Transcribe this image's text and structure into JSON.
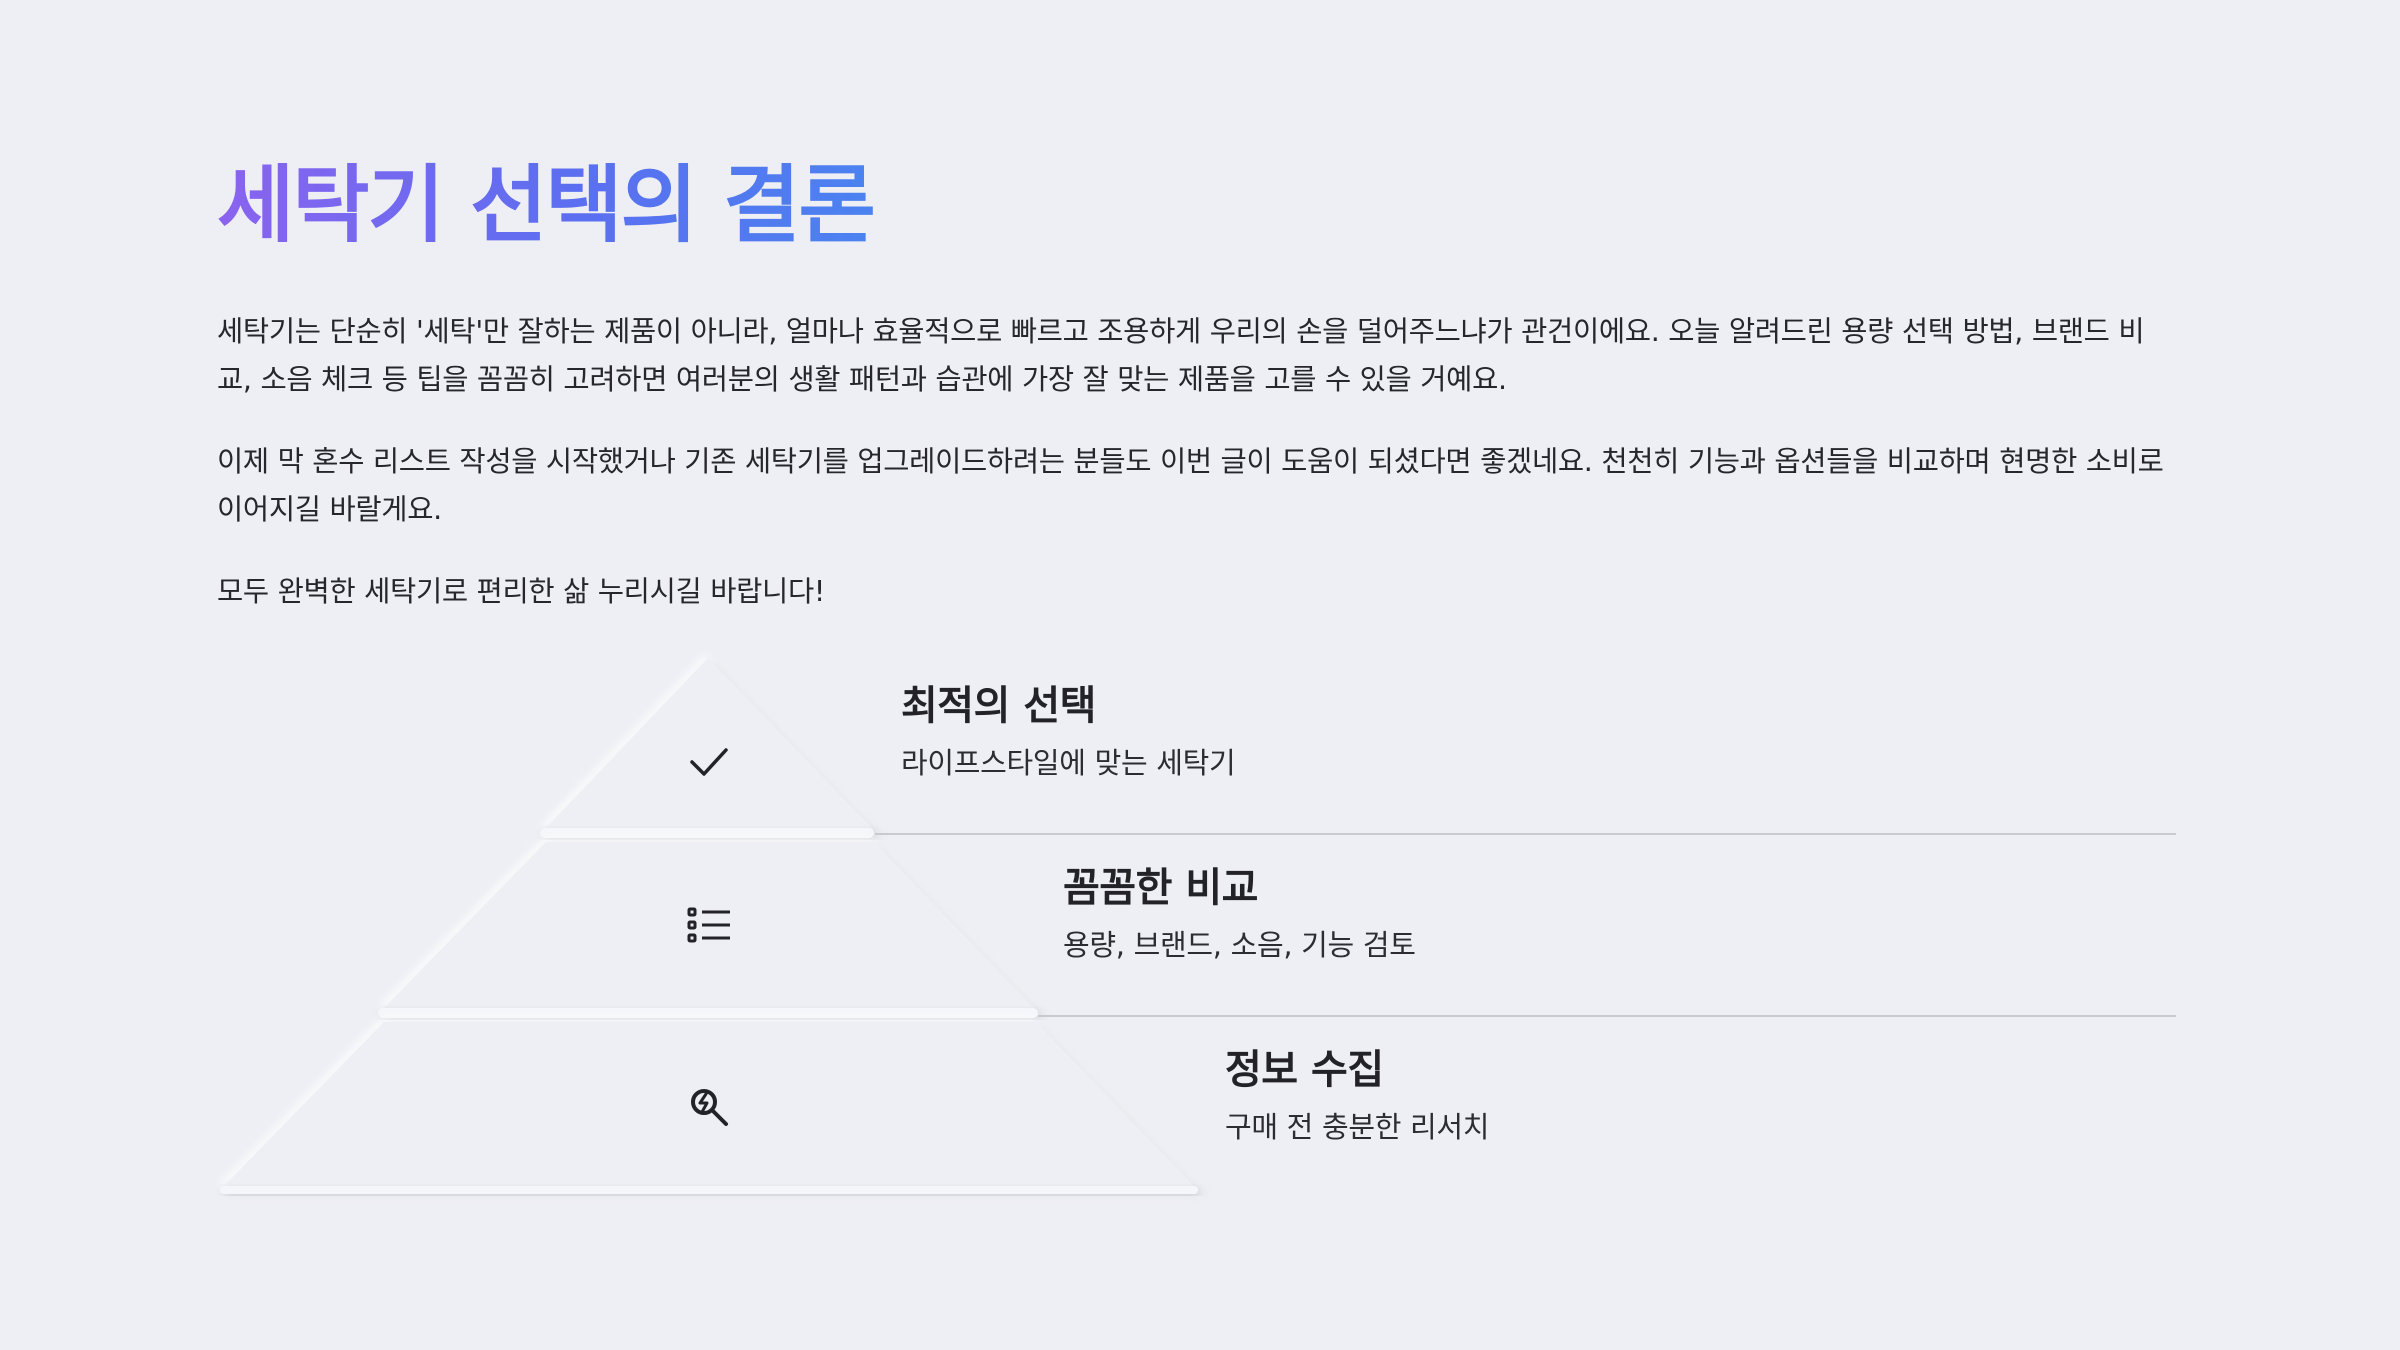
{
  "slide": {
    "title": "세탁기 선택의 결론",
    "paragraphs": [
      "세탁기는 단순히 '세탁'만 잘하는 제품이 아니라, 얼마나 효율적으로 빠르고 조용하게 우리의 손을 덜어주느냐가 관건이에요. 오늘 알려드린 용량 선택 방법, 브랜드 비교, 소음 체크 등 팁을 꼼꼼히 고려하면 여러분의 생활 패턴과 습관에 가장 잘 맞는 제품을 고를 수 있을 거예요.",
      "이제 막 혼수 리스트 작성을 시작했거나 기존 세탁기를 업그레이드하려는 분들도 이번 글이 도움이 되셨다면 좋겠네요. 천천히 기능과 옵션들을 비교하며 현명한 소비로 이어지길 바랄게요.",
      "모두 완벽한 세탁기로 편리한 삶 누리시길 바랍니다!"
    ]
  },
  "pyramid": {
    "tiers": [
      {
        "title": "최적의 선택",
        "subtitle": "라이프스타일에 맞는 세탁기",
        "icon": "check-icon"
      },
      {
        "title": "꼼꼼한 비교",
        "subtitle": "용량, 브랜드, 소음, 기능 검토",
        "icon": "list-icon"
      },
      {
        "title": "정보 수집",
        "subtitle": "구매 전 충분한 리서치",
        "icon": "search-icon"
      }
    ]
  },
  "colors": {
    "background": "#eeeff4",
    "title_gradient_start": "#8a63ef",
    "title_gradient_end": "#4b82f0",
    "divider": "#c9c9ce",
    "text": "#26262c"
  }
}
